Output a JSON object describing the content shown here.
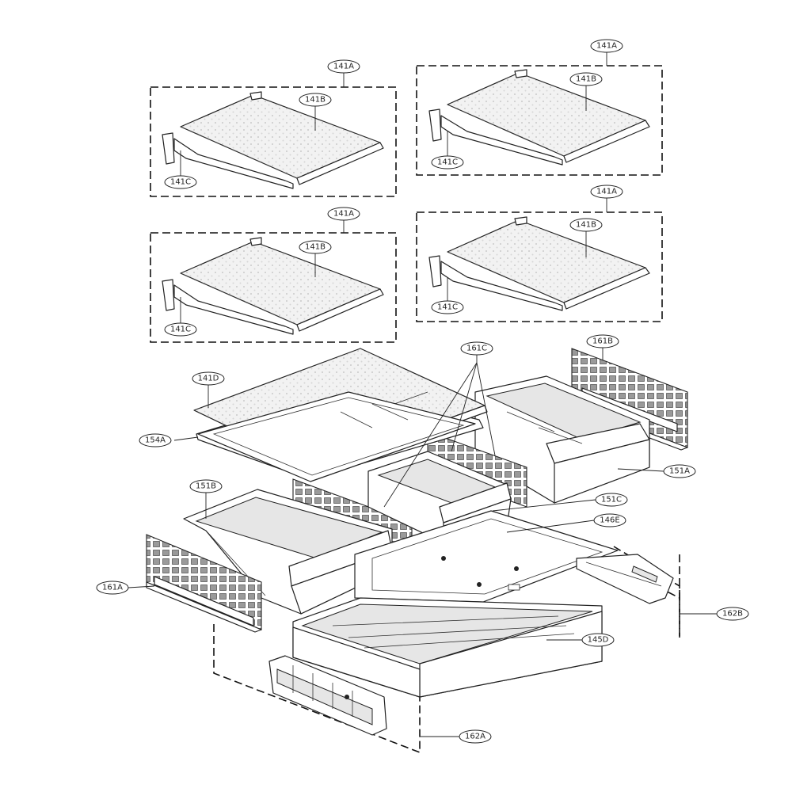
{
  "labels": {
    "s1_a": "141A",
    "s1_b": "141B",
    "s1_c": "141C",
    "s2_a": "141A",
    "s2_b": "141B",
    "s2_c": "141C",
    "s3_a": "141A",
    "s3_b": "141B",
    "s3_c": "141C",
    "s4_a": "141A",
    "s4_b": "141B",
    "s4_c": "141C",
    "p141d": "141D",
    "p154a": "154A",
    "p161c": "161C",
    "p161b": "161B",
    "p151a": "151A",
    "p151b": "151B",
    "p151c": "151C",
    "p146e": "146E",
    "p161a": "161A",
    "p162b": "162B",
    "p145d": "145D",
    "p162a": "162A"
  }
}
